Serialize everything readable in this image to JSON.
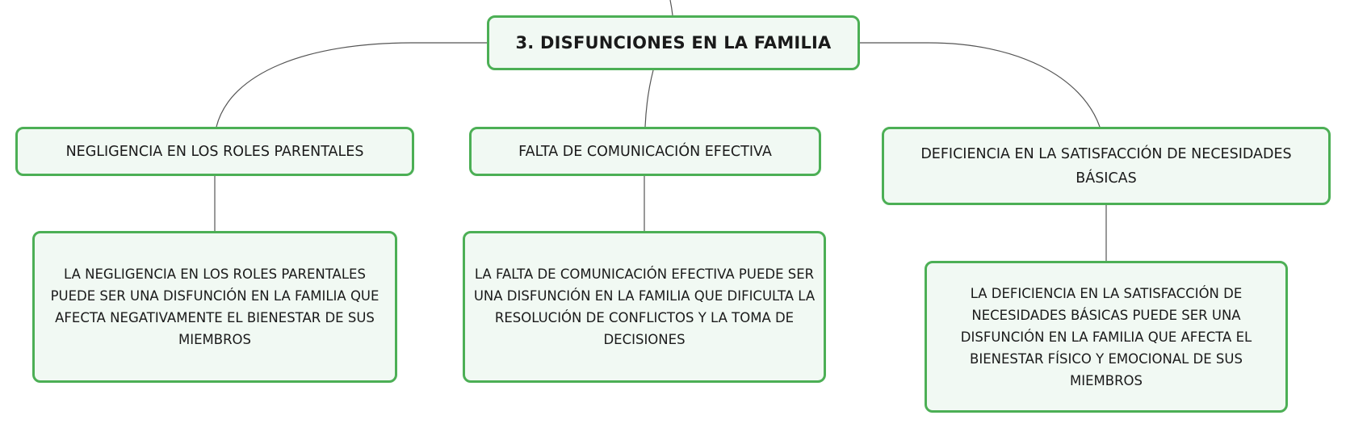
{
  "diagram": {
    "root": {
      "label": "3. DISFUNCIONES EN LA FAMILIA"
    },
    "branches": [
      {
        "label": "NEGLIGENCIA EN LOS ROLES PARENTALES",
        "detail": "LA NEGLIGENCIA EN LOS ROLES PARENTALES PUEDE SER UNA DISFUNCIÓN EN LA FAMILIA QUE AFECTA NEGATIVAMENTE EL BIENESTAR DE SUS MIEMBROS"
      },
      {
        "label": "FALTA DE COMUNICACIÓN EFECTIVA",
        "detail": "LA FALTA DE COMUNICACIÓN EFECTIVA PUEDE SER UNA DISFUNCIÓN EN LA FAMILIA QUE DIFICULTA LA RESOLUCIÓN DE CONFLICTOS Y LA TOMA DE DECISIONES"
      },
      {
        "label": "DEFICIENCIA EN LA SATISFACCIÓN DE NECESIDADES BÁSICAS",
        "detail": "LA DEFICIENCIA EN LA SATISFACCIÓN DE NECESIDADES BÁSICAS PUEDE SER UNA DISFUNCIÓN EN LA FAMILIA QUE AFECTA EL BIENESTAR FÍSICO Y EMOCIONAL DE SUS MIEMBROS"
      }
    ],
    "colors": {
      "node_border": "#4caf55",
      "node_fill": "#f1f9f3",
      "connector": "#555555",
      "text": "#1a1a1a"
    }
  }
}
